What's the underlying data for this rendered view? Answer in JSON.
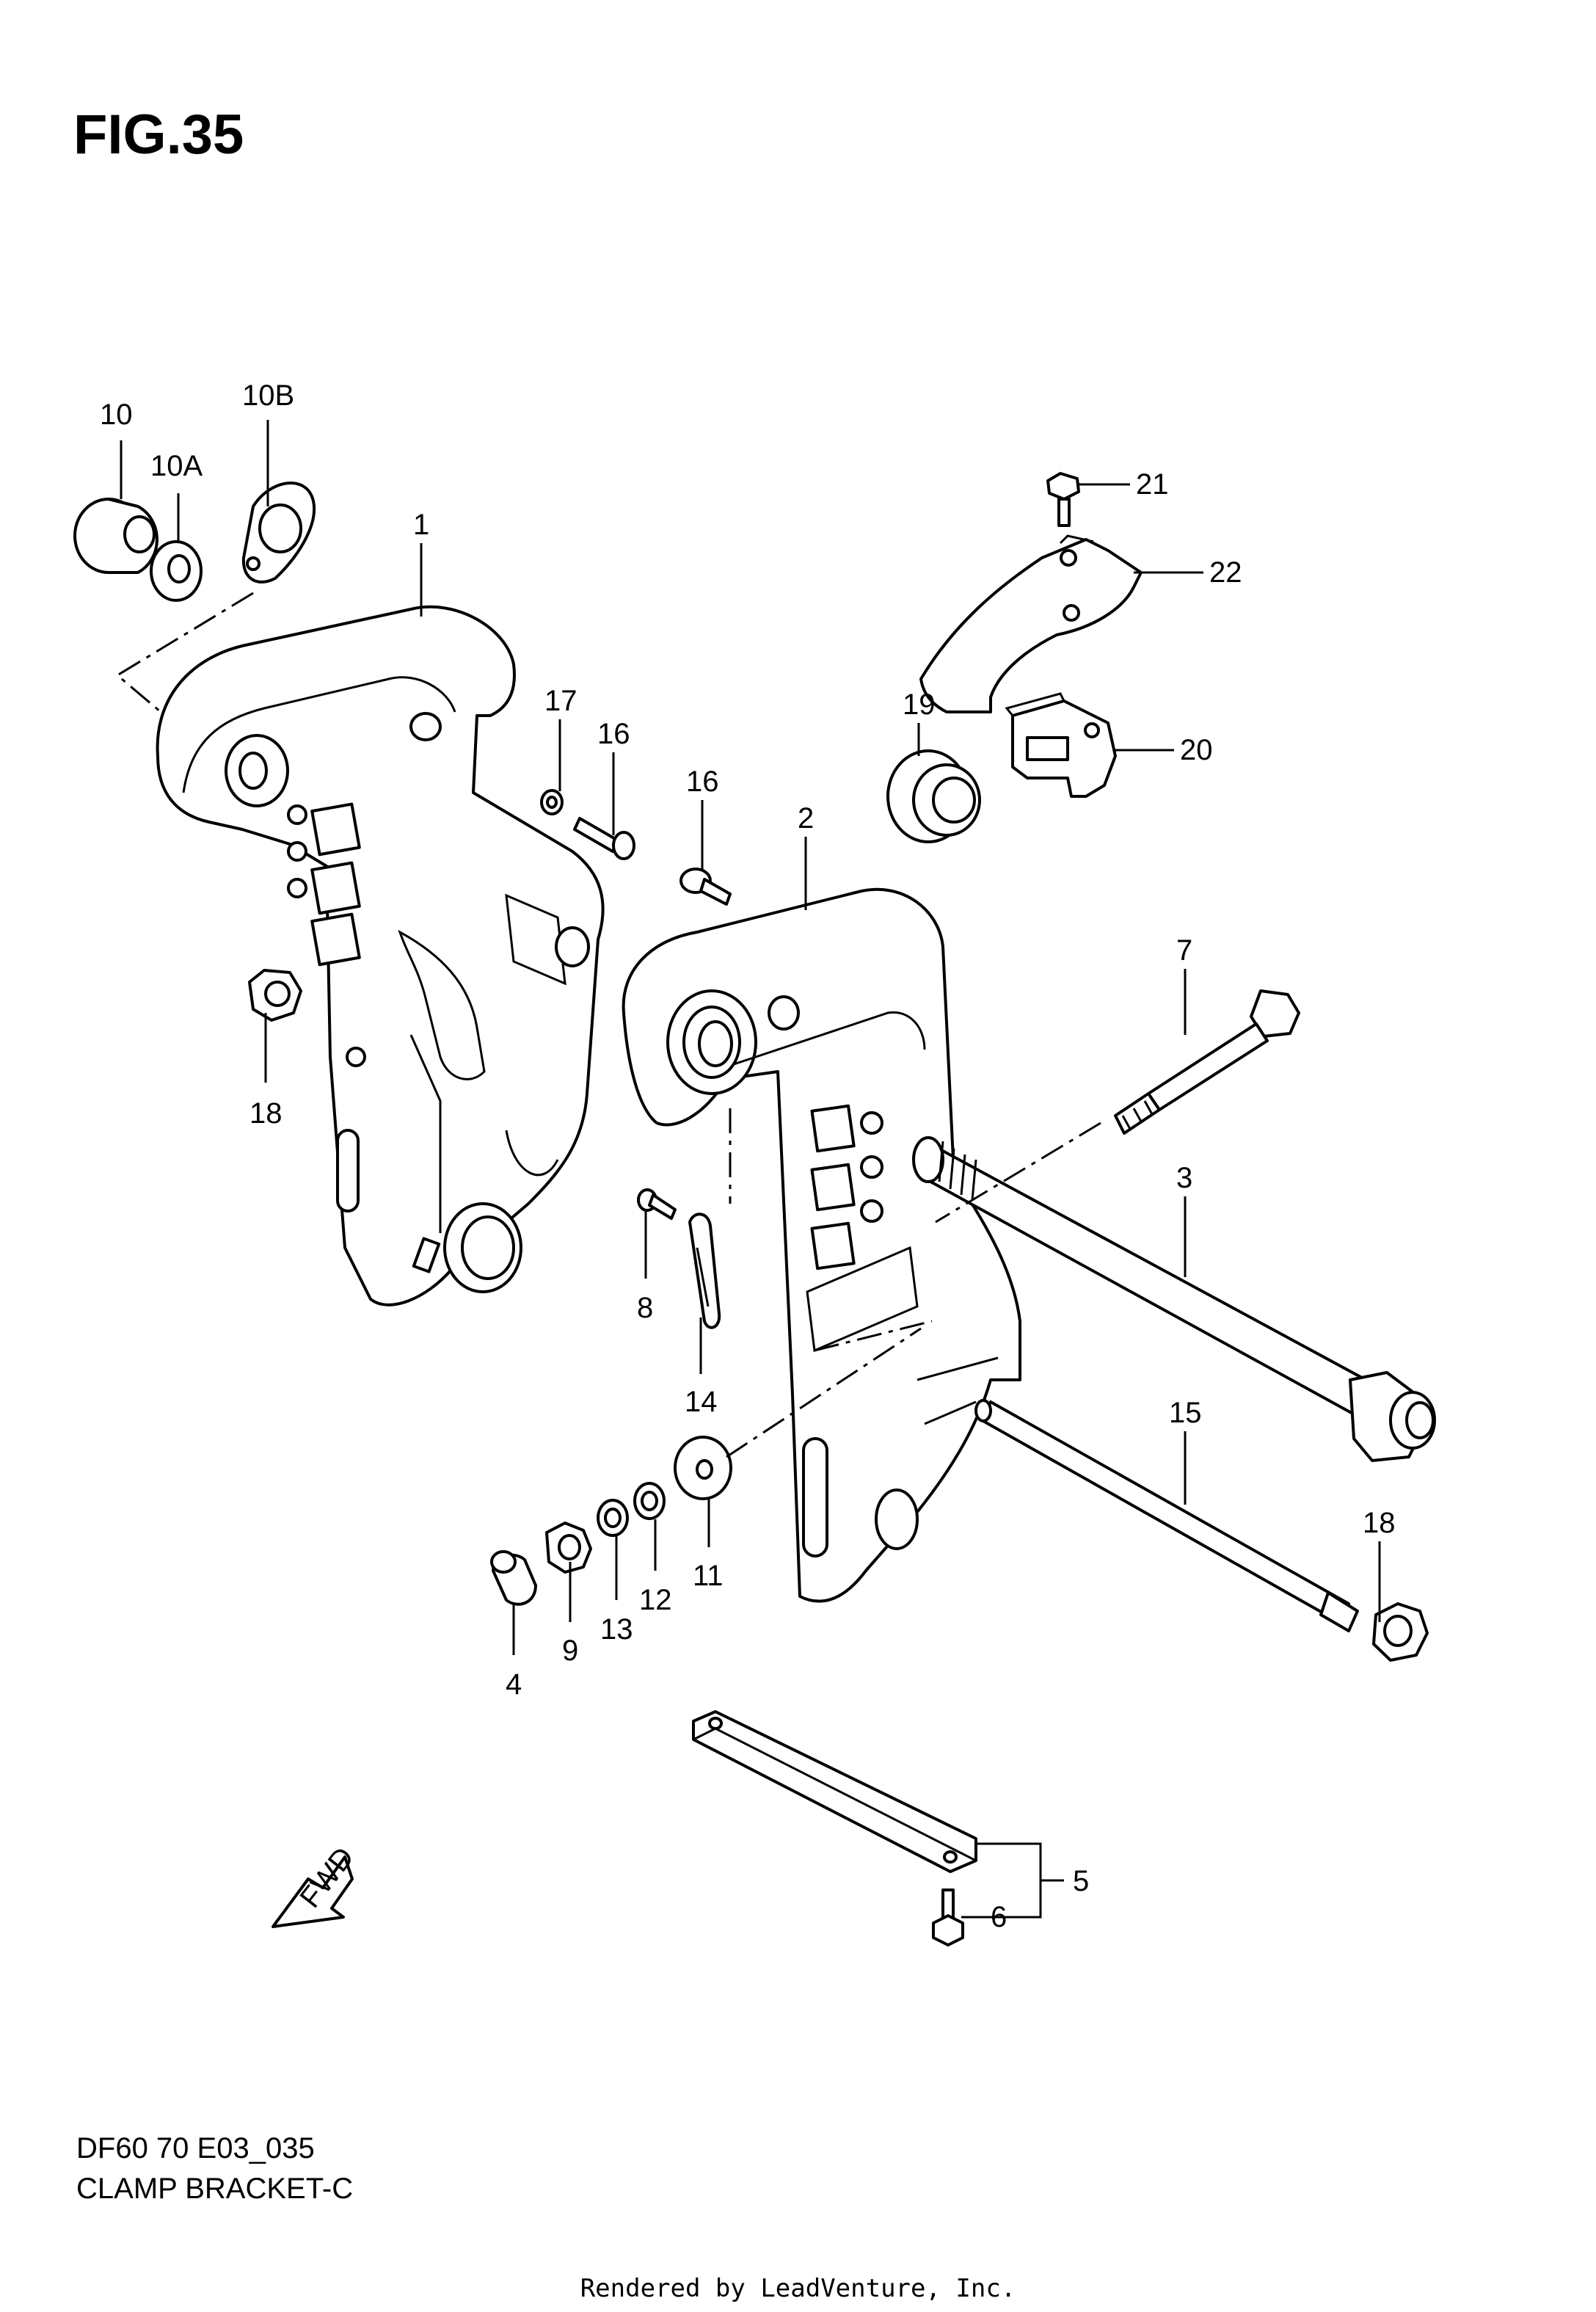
{
  "figure": {
    "title": "FIG.35"
  },
  "callouts": {
    "c1": "1",
    "c2": "2",
    "c3": "3",
    "c4": "4",
    "c5": "5",
    "c6": "6",
    "c7": "7",
    "c8": "8",
    "c9": "9",
    "c10": "10",
    "c10a": "10A",
    "c10b": "10B",
    "c11": "11",
    "c12": "12",
    "c13": "13",
    "c14": "14",
    "c15": "15",
    "c16a": "16",
    "c16b": "16",
    "c17": "17",
    "c18a": "18",
    "c18b": "18",
    "c19": "19",
    "c20": "20",
    "c21": "21",
    "c22": "22"
  },
  "fwd_arrow_label": "FWD",
  "footer": {
    "model_code": "DF60 70 E03_035",
    "caption": "CLAMP BRACKET-C",
    "rendered_by": "Rendered by LeadVenture, Inc."
  }
}
